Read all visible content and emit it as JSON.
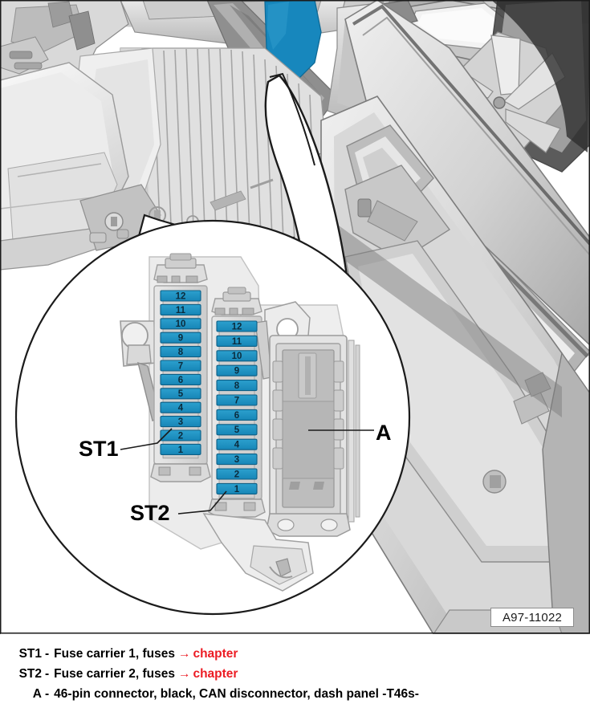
{
  "image_id": "A97-11022",
  "figure": {
    "callout_labels": [
      {
        "id": "st1",
        "text": "ST1"
      },
      {
        "id": "st2",
        "text": "ST2"
      },
      {
        "id": "a",
        "text": "A"
      }
    ],
    "fuse_carrier_1": {
      "label": "ST1",
      "fuse_numbers": [
        "12",
        "11",
        "10",
        "9",
        "8",
        "7",
        "6",
        "5",
        "4",
        "3",
        "2",
        "1"
      ]
    },
    "fuse_carrier_2": {
      "label": "ST2",
      "fuse_numbers": [
        "12",
        "11",
        "10",
        "9",
        "8",
        "7",
        "6",
        "5",
        "4",
        "3",
        "2",
        "1"
      ]
    },
    "colors": {
      "highlight_blue": "#1787bd",
      "fuse_blue": "#1f94c6",
      "reference_red": "#ec1c24",
      "outline": "#1b1b1b"
    }
  },
  "legend": {
    "rows": [
      {
        "key": "ST1",
        "dash": "-",
        "text": "Fuse carrier 1, fuses",
        "arrow": "→",
        "reference": "chapter"
      },
      {
        "key": "ST2",
        "dash": "-",
        "text": "Fuse carrier 2, fuses",
        "arrow": "→",
        "reference": "chapter"
      },
      {
        "key": "A",
        "dash": "-",
        "text": "46-pin connector, black, CAN disconnector, dash panel -T46s-",
        "arrow": "",
        "reference": ""
      }
    ]
  }
}
